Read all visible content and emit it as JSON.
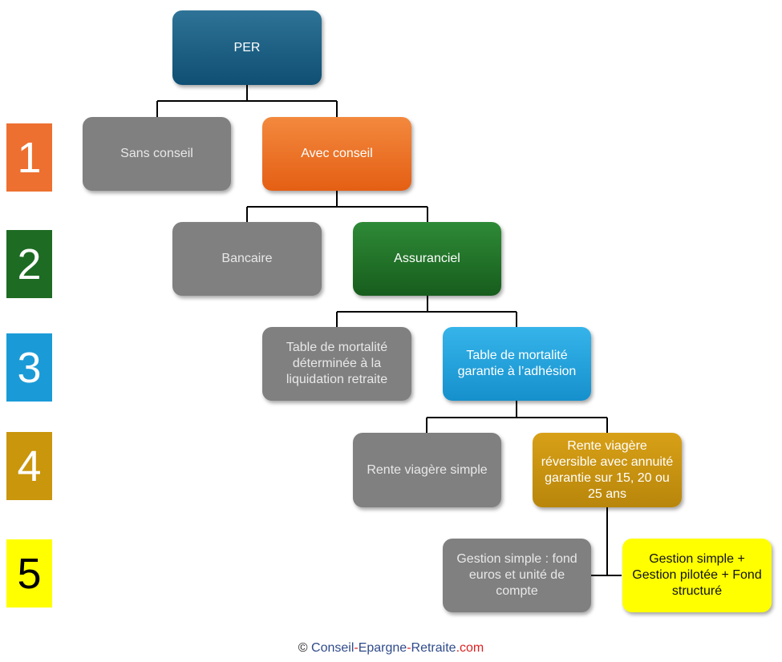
{
  "levels": [
    "1",
    "2",
    "3",
    "4",
    "5"
  ],
  "colors": {
    "level1": "#ed7030",
    "level2": "#1e6b23",
    "level3": "#1a9bd7",
    "level4": "#c9960c",
    "level5": "#ffff00"
  },
  "nodes": {
    "per": "PER",
    "sans_conseil": "Sans conseil",
    "avec_conseil": "Avec conseil",
    "bancaire": "Bancaire",
    "assuranciel": "Assuranciel",
    "table_liquidation": "Table de mortalité déterminée à la liquidation retraite",
    "table_adhesion": "Table de mortalité garantie à l’adhésion",
    "rente_simple": "Rente viagère simple",
    "rente_reversible": "Rente viagère réversible avec annuité garantie sur 15, 20 ou 25 ans",
    "gestion_simple": "Gestion simple : fond euros et unité de compte",
    "gestion_complete": "Gestion simple + Gestion pilotée + Fond structuré"
  },
  "footer": {
    "copyright": "©",
    "part1": "Conseil",
    "sep1": "-",
    "part2": "Epargne",
    "sep2": "-",
    "part3": "Retraite",
    "tld": ".com"
  }
}
